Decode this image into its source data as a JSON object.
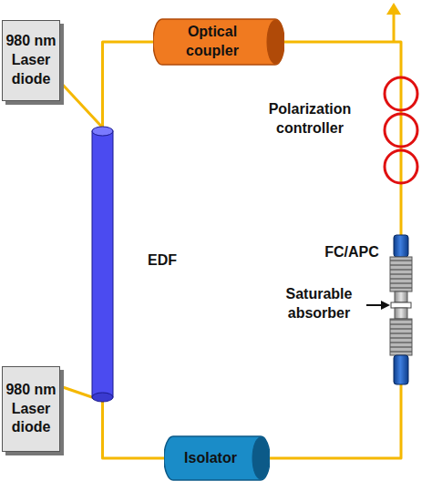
{
  "diagram": {
    "nodes": [
      {
        "text": [
          "980 nm Laser diode"
        ]
      },
      {
        "text": [
          "Optical coupler"
        ]
      },
      {
        "text": [
          "EDF"
        ]
      },
      {
        "text": [
          "Polarization controller"
        ]
      },
      {
        "text": [
          "FC/APC",
          "Saturable absorber"
        ]
      },
      {
        "text": [
          "980 nm Laser diode"
        ]
      },
      {
        "text": [
          "Isolator"
        ]
      }
    ],
    "edges": [
      {
        "from": 0,
        "to": 2,
        "arrow": "none"
      },
      {
        "from": 5,
        "to": 2,
        "arrow": "none"
      },
      {
        "from": 2,
        "to": 1,
        "arrow": "none"
      },
      {
        "from": 1,
        "to": 3,
        "arrow": "none"
      },
      {
        "from": 3,
        "to": 4,
        "arrow": "none"
      },
      {
        "from": 4,
        "to": 6,
        "arrow": "none"
      },
      {
        "from": 6,
        "to": 2,
        "arrow": "none"
      }
    ]
  }
}
